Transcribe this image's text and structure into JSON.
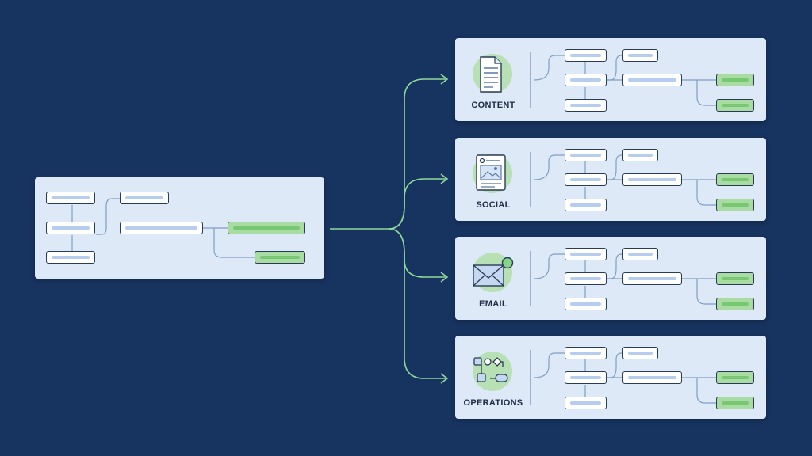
{
  "workflows": [
    {
      "id": "content",
      "label": "CONTENT",
      "icon": "document-icon"
    },
    {
      "id": "social",
      "label": "SOCIAL",
      "icon": "image-post-icon"
    },
    {
      "id": "email",
      "label": "EMAIL",
      "icon": "envelope-icon"
    },
    {
      "id": "operations",
      "label": "OPERATIONS",
      "icon": "flowchart-icon"
    }
  ],
  "colors": {
    "background": "#17335f",
    "panel": "#dde9f7",
    "connector": "#8fd89a",
    "accent_green": "#a9dca2",
    "node_border": "#2a3b55"
  }
}
